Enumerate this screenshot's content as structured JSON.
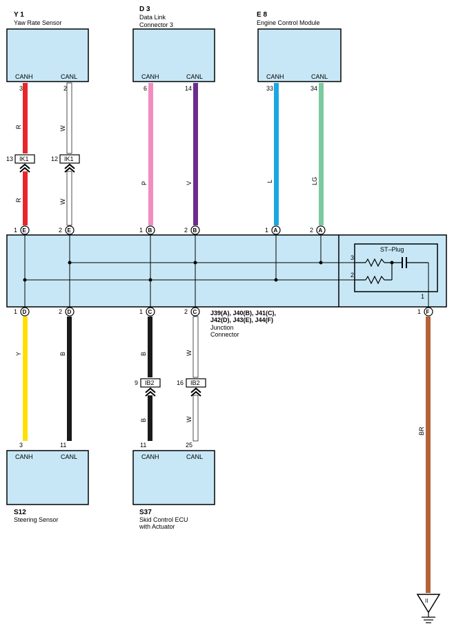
{
  "colors": {
    "box_fill": "#c7e7f6",
    "red": "#e8252b",
    "white": "#ffffff",
    "pink": "#f08cc0",
    "violet": "#6b2d8e",
    "blue": "#1aa7e4",
    "light_green": "#7ccaa0",
    "yellow": "#ffe000",
    "black": "#1a1a1a",
    "brown": "#b4623a"
  },
  "components": {
    "y1": {
      "code": "Y 1",
      "name_line1": "Yaw Rate Sensor",
      "name_line2": ""
    },
    "d3": {
      "code": "D 3",
      "name_line1": "Data Link",
      "name_line2": "Connector 3"
    },
    "e8": {
      "code": "E 8",
      "name_line1": "Engine Control Module",
      "name_line2": ""
    },
    "s12": {
      "code": "S12",
      "name_line1": "Steering Sensor",
      "name_line2": ""
    },
    "s37": {
      "code": "S37",
      "name_line1": "Skid Control ECU",
      "name_line2": "with Actuator"
    }
  },
  "pins": {
    "canh": "CANH",
    "canl": "CANL",
    "y1_canh": "3",
    "y1_canl": "2",
    "d3_canh": "6",
    "d3_canl": "14",
    "e8_canh": "33",
    "e8_canl": "34",
    "s12_canh": "3",
    "s12_canl": "11",
    "s37_canh": "11",
    "s37_canl": "25"
  },
  "wire_colors": {
    "r": "R",
    "w": "W",
    "p": "P",
    "v": "V",
    "l": "L",
    "lg": "LG",
    "y": "Y",
    "b": "B",
    "br": "BR"
  },
  "inline_connectors": {
    "ik1": "IK1",
    "ik1_pin_a": "13",
    "ik1_pin_b": "12",
    "ib2": "IB2",
    "ib2_pin_a": "9",
    "ib2_pin_b": "16"
  },
  "junction": {
    "letters": {
      "e": "E",
      "b": "B",
      "a": "A",
      "d": "D",
      "c": "C",
      "f": "F"
    },
    "pin1": "1",
    "pin2": "2",
    "st_plug": "ST–Plug",
    "st_pin3": "3",
    "st_pin2": "2",
    "st_pin1": "1",
    "label_line1": "J39(A), J40(B), J41(C),",
    "label_line2": "J42(D), J43(E), J44(F)",
    "label_line3": "Junction",
    "label_line4": "Connector"
  },
  "ground": {
    "symbol": "II"
  }
}
